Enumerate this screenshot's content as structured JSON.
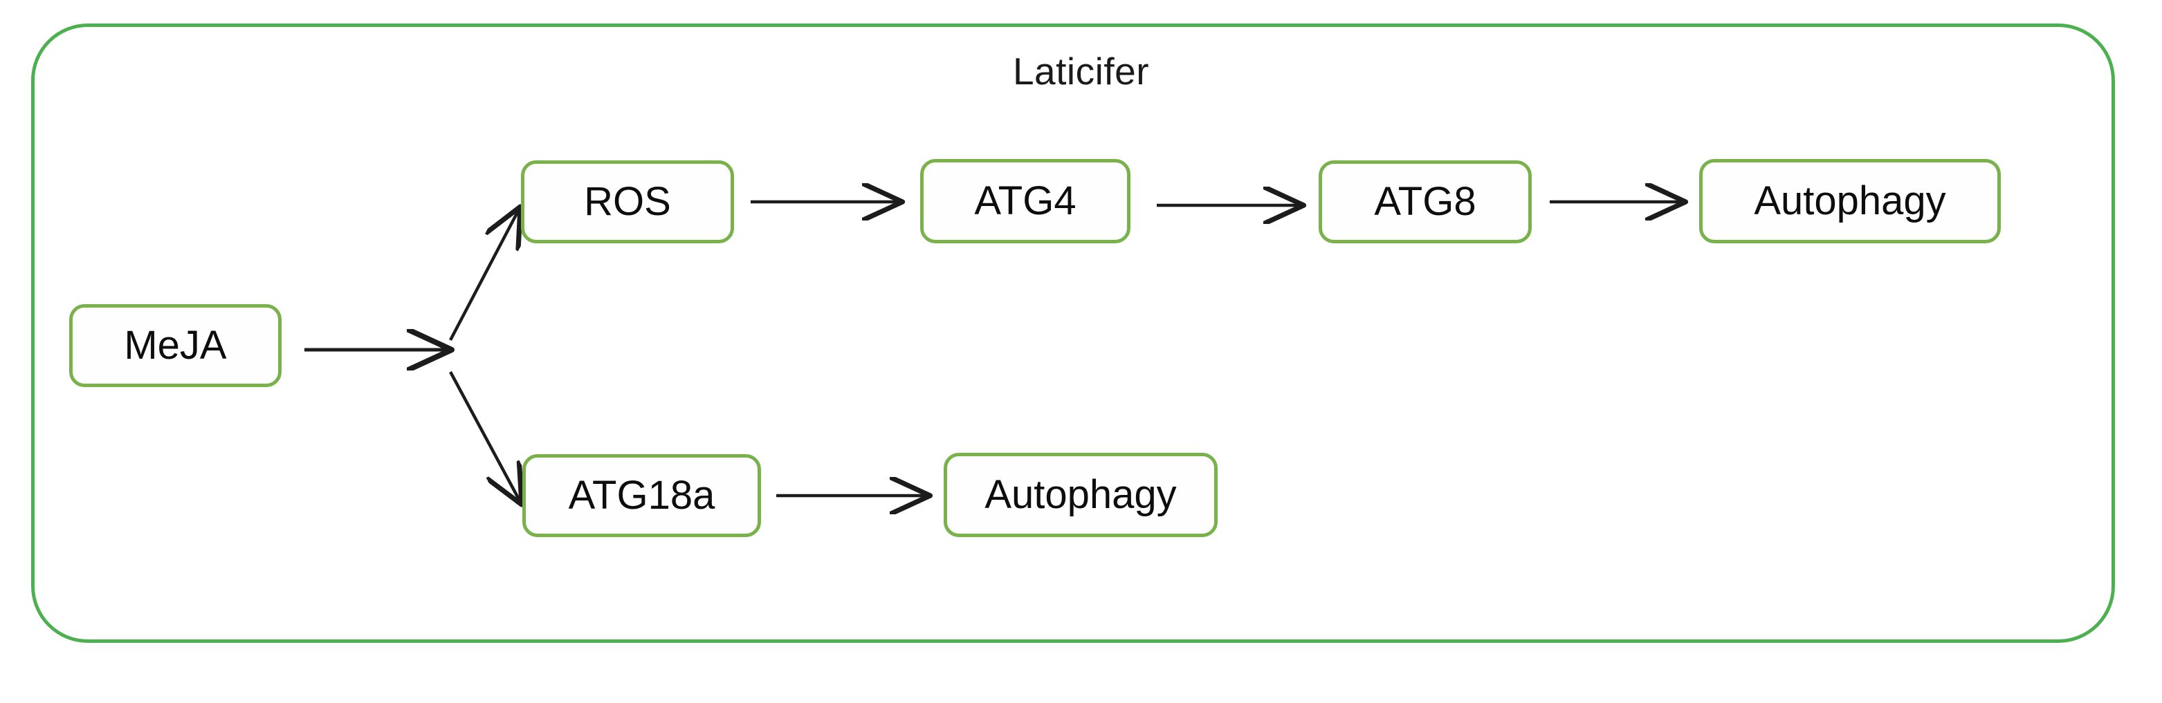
{
  "diagram": {
    "type": "pathway-flow-diagram",
    "compartment": {
      "label": "Laticifer",
      "border_color": "#4cb050",
      "shape": "rounded-rectangle"
    },
    "node_style": {
      "border_color": "#79b14a",
      "fill_color": "#fdfefd",
      "text_color": "#0d0d0d"
    },
    "arrow_color": "#1c1c1c",
    "nodes": [
      {
        "id": "meja",
        "label": "MeJA"
      },
      {
        "id": "ros",
        "label": "ROS"
      },
      {
        "id": "atg4",
        "label": "ATG4"
      },
      {
        "id": "atg8",
        "label": "ATG8"
      },
      {
        "id": "autophagy_top",
        "label": "Autophagy"
      },
      {
        "id": "atg18a",
        "label": "ATG18a"
      },
      {
        "id": "autophagy_bottom",
        "label": "Autophagy"
      }
    ],
    "edges": [
      {
        "from": "meja",
        "to": "branch",
        "style": "solid-arrow"
      },
      {
        "from": "branch",
        "to": "ros",
        "style": "solid-arrow-diagonal-up"
      },
      {
        "from": "branch",
        "to": "atg18a",
        "style": "solid-arrow-diagonal-down"
      },
      {
        "from": "ros",
        "to": "atg4",
        "style": "solid-arrow"
      },
      {
        "from": "atg4",
        "to": "atg8",
        "style": "solid-arrow"
      },
      {
        "from": "atg8",
        "to": "autophagy_top",
        "style": "solid-arrow"
      },
      {
        "from": "atg18a",
        "to": "autophagy_bottom",
        "style": "solid-arrow"
      }
    ]
  }
}
